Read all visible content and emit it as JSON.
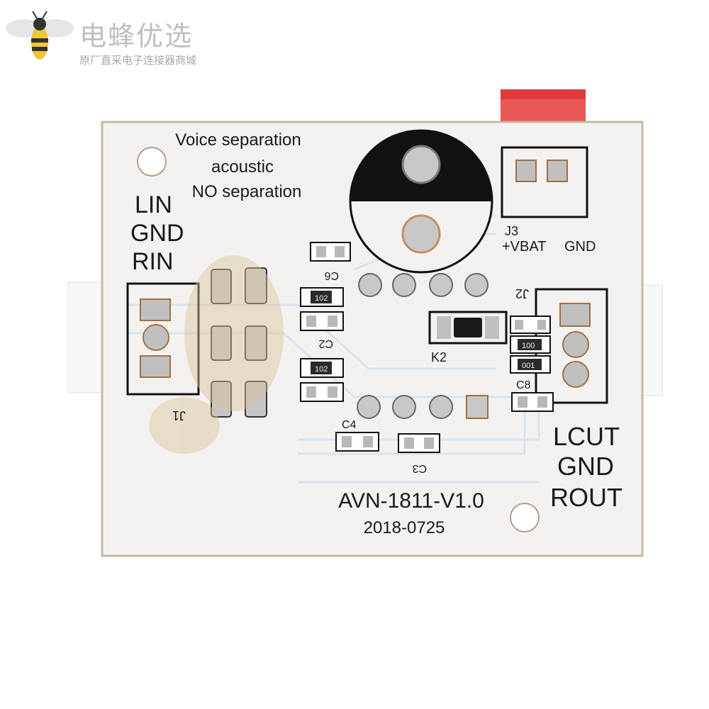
{
  "watermark": {
    "brand_name": "电蜂优选",
    "tagline": "原厂直采电子连接器商城",
    "icon": "bee-icon"
  },
  "board": {
    "description_lines": [
      "Voice separation",
      "acoustic",
      "NO separation"
    ],
    "input_labels": [
      "LIN",
      "GND",
      "RIN"
    ],
    "output_labels": [
      "LCUT",
      "GND",
      "ROUT"
    ],
    "model": "AVN-1811-V1.0",
    "date": "2018-0725",
    "connectors": {
      "j1": "J1",
      "j3": "J3",
      "j3_vbat": "+VBAT",
      "j3_gnd": "GND",
      "j2": "J2"
    },
    "components": {
      "c2": "C2",
      "c3": "C3",
      "c4": "C4",
      "c6": "C6",
      "c8": "C8",
      "k2": "K2"
    },
    "resistor_codes": [
      "102",
      "102",
      "100",
      "001"
    ]
  },
  "colors": {
    "pcb": "#f4f2f1",
    "pcb_edge": "#c9b8a4",
    "silkscreen": "#1a1a1a",
    "pad": "#b9b9b9",
    "solder_stain": "#d9c39a",
    "red_connector": "#e03a3a"
  }
}
